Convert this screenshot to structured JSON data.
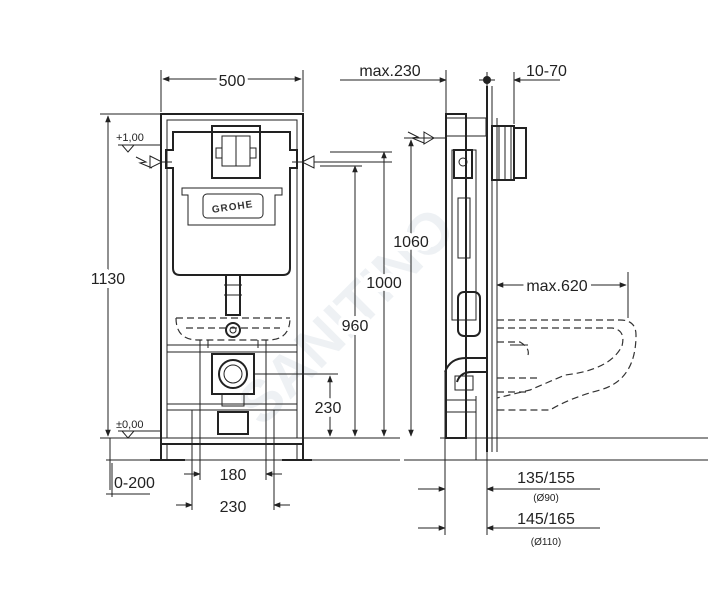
{
  "diagram": {
    "brand_text": "GROHE",
    "watermark_text": "SANITINO",
    "front_view": {
      "width": "500",
      "height": "1130",
      "level_top": "+1,00",
      "level_floor": "±0,00",
      "inlet_height_1": "1000",
      "inlet_height_2": "960",
      "drain_height": "230",
      "floor_offset": "0-200",
      "bolt_spacing_1": "180",
      "bolt_spacing_2": "230"
    },
    "side_view": {
      "depth_max": "max.230",
      "wall_offset": "10-70",
      "total_height": "1060",
      "bowl_projection": "max.620",
      "drain_offset_1": "135/155",
      "drain_diameter_1": "(Ø90)",
      "drain_offset_2": "145/165",
      "drain_diameter_2": "(Ø110)"
    }
  }
}
